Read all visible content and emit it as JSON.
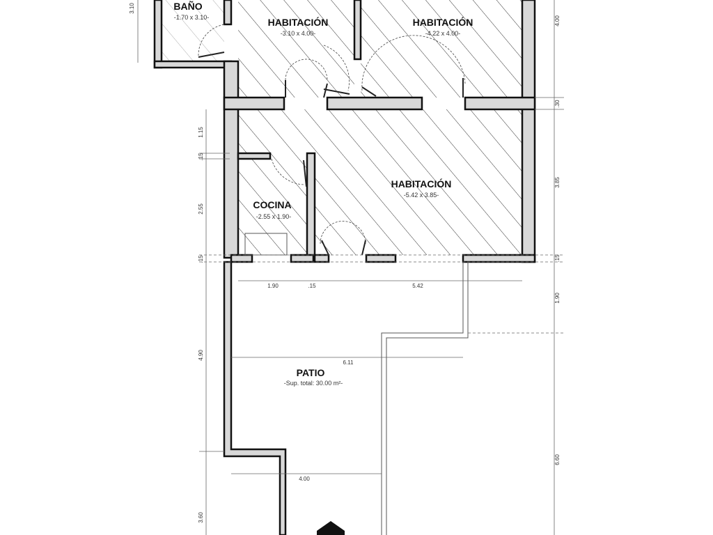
{
  "rooms": {
    "bano": {
      "name": "BAÑO",
      "size": "-1.70 x 3.10-"
    },
    "habitacion1": {
      "name": "HABITACIÓN",
      "size": "-3.10 x 4.00-"
    },
    "habitacion2": {
      "name": "HABITACIÓN",
      "size": "-4.22 x 4.00-"
    },
    "habitacion3": {
      "name": "HABITACIÓN",
      "size": "-5.42 x 3.85-"
    },
    "cocina": {
      "name": "COCINA",
      "size": "-2.55 x 1.90-"
    },
    "patio": {
      "name": "PATIO",
      "size": "-Sup. total: 30.00 m²-"
    }
  },
  "dimensions": {
    "left": [
      "3.10",
      "1.15",
      ".15",
      "2.55",
      ".15",
      "4.90",
      "3.60"
    ],
    "right": [
      "4.00",
      ".30",
      "3.85",
      ".15",
      "1.90",
      "6.60"
    ],
    "horizontal": [
      "1.90",
      ".15",
      "5.42",
      "6.11",
      "4.00"
    ]
  }
}
